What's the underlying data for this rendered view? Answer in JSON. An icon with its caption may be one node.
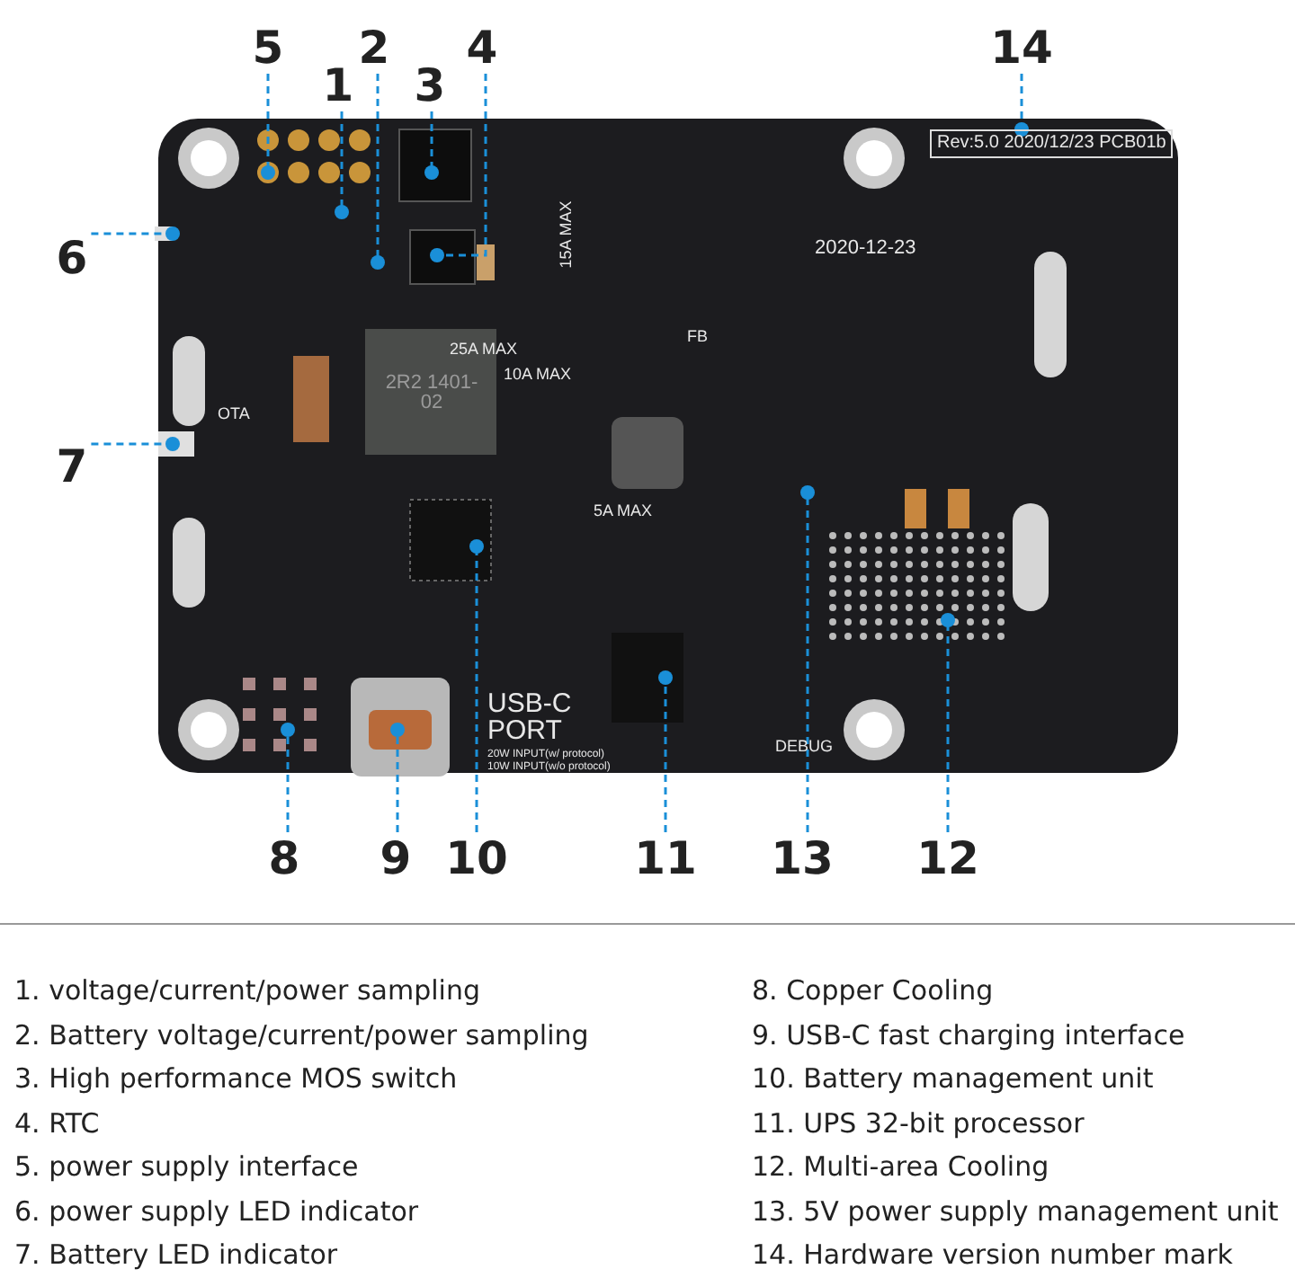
{
  "diagram": {
    "nodes": [
      {
        "text": [
          "5"
        ]
      },
      {
        "text": [
          "1"
        ]
      },
      {
        "text": [
          "2"
        ]
      },
      {
        "text": [
          "3"
        ]
      },
      {
        "text": [
          "4"
        ]
      },
      {
        "text": [
          "14"
        ]
      },
      {
        "text": [
          "6"
        ]
      },
      {
        "text": [
          "7"
        ]
      },
      {
        "text": [
          "8"
        ]
      },
      {
        "text": [
          "9"
        ]
      },
      {
        "text": [
          "10"
        ]
      },
      {
        "text": [
          "11"
        ]
      },
      {
        "text": [
          "13"
        ]
      },
      {
        "text": [
          "12"
        ]
      },
      {
        "text": [
          "Rev:5.0 2020/12/23 PCB01b"
        ]
      }
    ],
    "edges": [
      {
        "from": 0,
        "to": null,
        "arrow": "other",
        "style": "dashed"
      },
      {
        "from": 1,
        "to": null,
        "arrow": "other",
        "style": "dashed"
      },
      {
        "from": 2,
        "to": null,
        "arrow": "other",
        "style": "dashed"
      },
      {
        "from": 3,
        "to": null,
        "arrow": "other",
        "style": "dashed"
      },
      {
        "from": 4,
        "to": null,
        "arrow": "other",
        "style": "dashed"
      },
      {
        "from": 5,
        "to": 14,
        "arrow": "other",
        "style": "dashed"
      },
      {
        "from": 6,
        "to": null,
        "arrow": "other",
        "style": "dashed"
      },
      {
        "from": 7,
        "to": null,
        "arrow": "other",
        "style": "dashed"
      },
      {
        "from": 8,
        "to": null,
        "arrow": "other",
        "style": "dashed"
      },
      {
        "from": 9,
        "to": null,
        "arrow": "other",
        "style": "dashed"
      },
      {
        "from": 10,
        "to": null,
        "arrow": "other",
        "style": "dashed"
      },
      {
        "from": 11,
        "to": null,
        "arrow": "other",
        "style": "dashed"
      },
      {
        "from": 12,
        "to": null,
        "arrow": "other",
        "style": "dashed"
      },
      {
        "from": 13,
        "to": null,
        "arrow": "other",
        "style": "dashed"
      }
    ],
    "labels": [
      "2020-12-23",
      "15A MAX",
      "25A MAX",
      "10A MAX",
      "OTA",
      "FB",
      "2R2 1401-02",
      "5A MAX",
      "USB-C PORT",
      "20W INPUT(w/ protocol)",
      "10W INPUT(w/o protocol)",
      "DEBUG",
      "1. voltage/current/power sampling",
      "2. Battery voltage/current/power sampling",
      "3. High performance MOS switch",
      "4. RTC",
      "5. power supply interface",
      "6. power supply LED indicator",
      "7. Battery LED indicator",
      "8. Copper Cooling",
      "9. USB-C fast charging interface",
      "10. Battery management unit",
      "11. UPS 32-bit processor",
      "12. Multi-area Cooling",
      "13. 5V power supply management unit",
      "14. Hardware version number mark"
    ]
  }
}
